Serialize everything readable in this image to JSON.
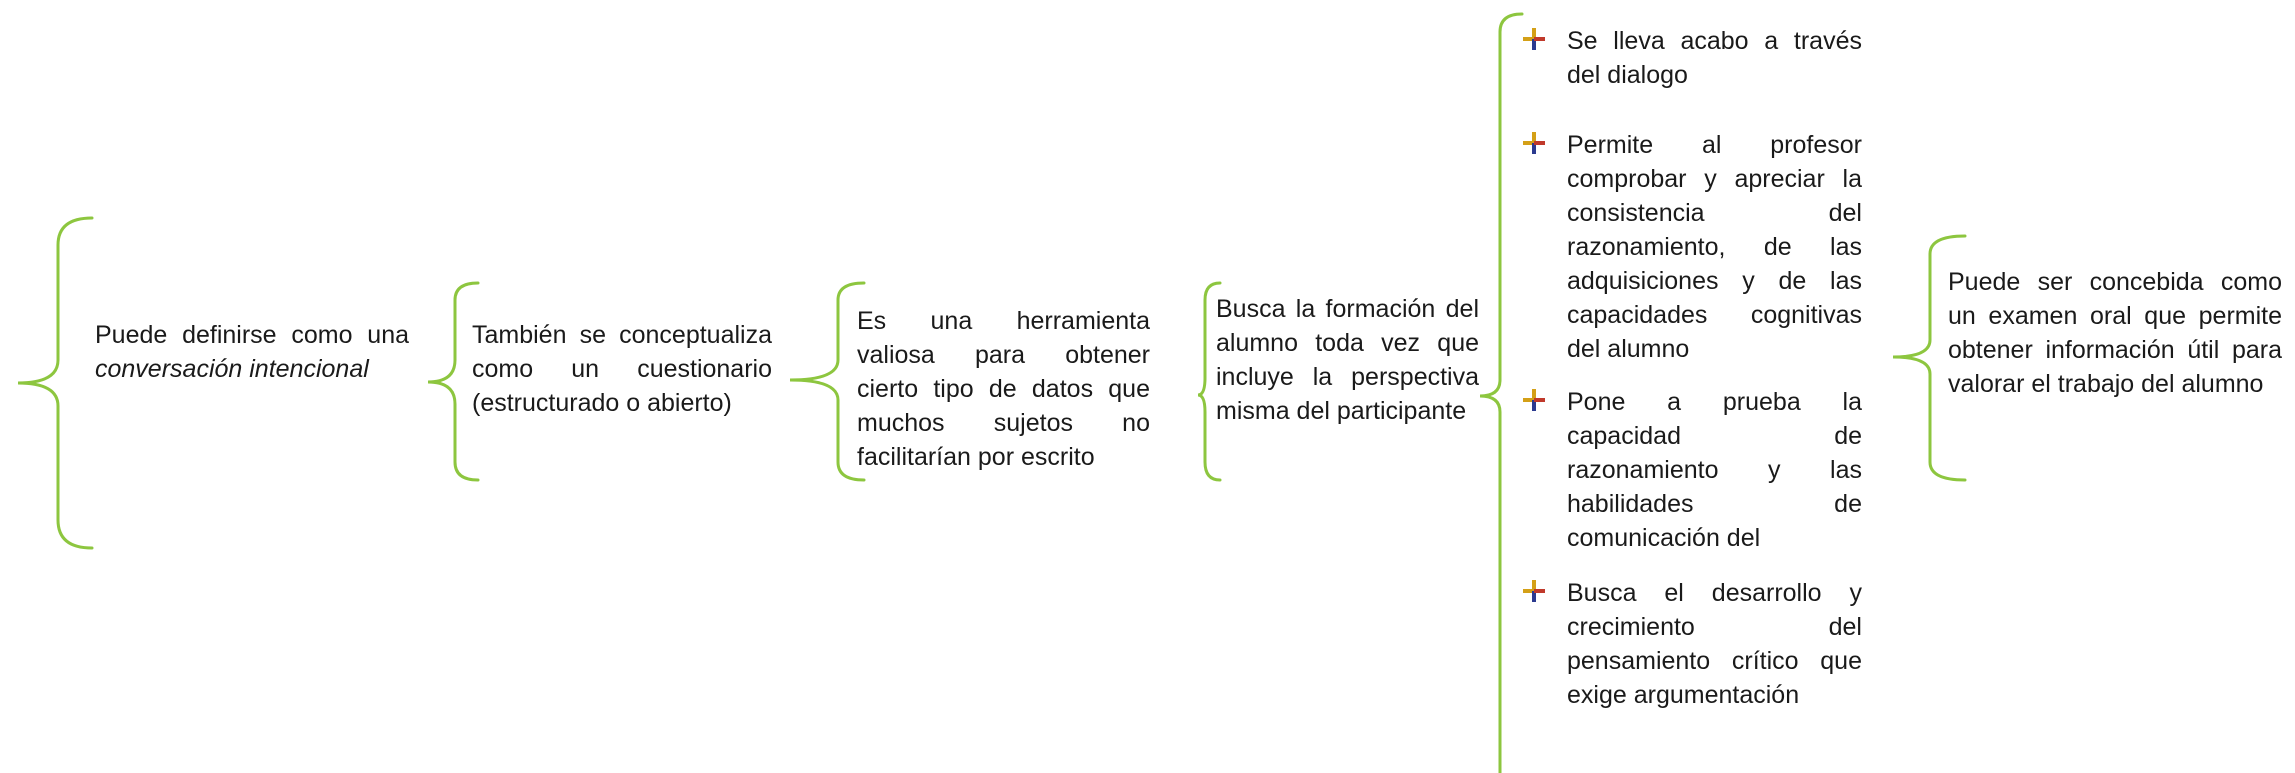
{
  "colors": {
    "brace": "#8dc63f",
    "bullet_gold": "#d4a017",
    "bullet_blue": "#2b3a8f",
    "bullet_red": "#c0392b"
  },
  "nodes": [
    {
      "id": "n1",
      "text_plain": "Puede definirse como una ",
      "text_italic": "conversación intencional"
    },
    {
      "id": "n2",
      "text": "También se conceptualiza como un cuestionario (estructurado o abierto)"
    },
    {
      "id": "n3",
      "text": "Es una herramienta valiosa para obtener cierto tipo de datos que muchos sujetos no facilitarían por escrito"
    },
    {
      "id": "n4",
      "text": "Busca la formación del alumno toda vez que incluye la perspectiva misma del participante"
    },
    {
      "id": "n6",
      "text": "Puede ser concebida como un examen oral que permite obtener información útil para valorar el trabajo del alumno"
    }
  ],
  "bullets": [
    {
      "icon": "plus-bullet-icon",
      "text": "Se lleva acabo a través del dialogo"
    },
    {
      "icon": "plus-bullet-icon",
      "text": "Permite al profesor comprobar y apreciar la consistencia del razonamiento, de las adquisiciones y de las capacidades cognitivas del alumno"
    },
    {
      "icon": "plus-bullet-icon",
      "text": "Pone a prueba la capacidad de razonamiento y las habilidades de comunicación del"
    },
    {
      "icon": "plus-bullet-icon",
      "text": "Busca el desarrollo y crecimiento del pensamiento crítico que exige argumentación"
    }
  ]
}
